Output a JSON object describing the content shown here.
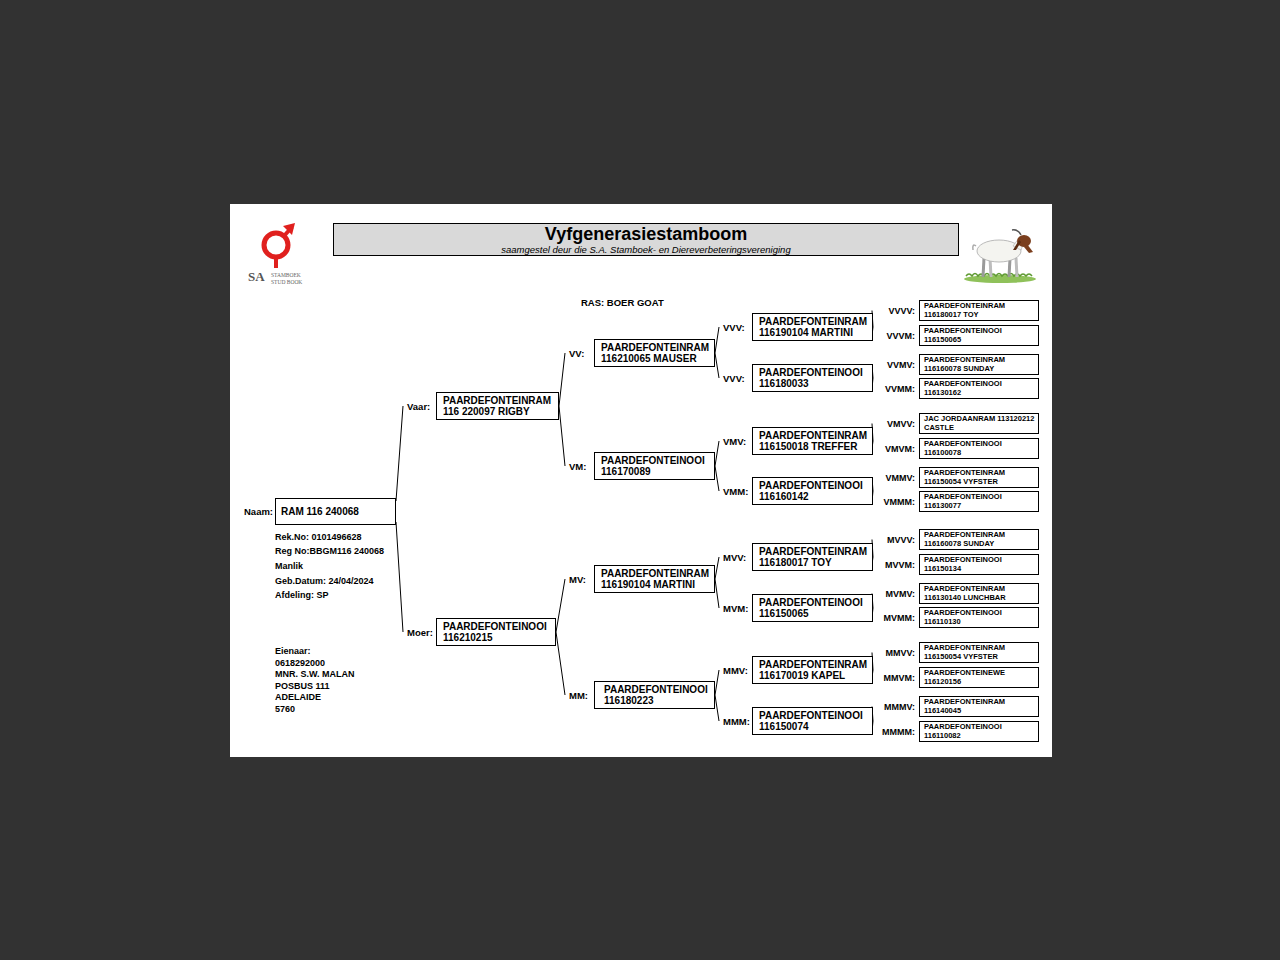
{
  "diagram": {
    "title": "Vyfgenerasiestamboom",
    "caption": "saamgestel deur die S.A. Stamboek- en Diereverbeteringsvereniging",
    "nodes": [
      {
        "text": [
          "Naam:",
          "RAM 116 240068"
        ]
      },
      {
        "text": [
          "Vaar:",
          "PAARDEFONTEINRAM 116 220097 RIGBY"
        ]
      },
      {
        "text": [
          "VV:",
          "PAARDEFONTEINRAM 116210065 MAUSER"
        ]
      },
      {
        "text": [
          "VVV:",
          "PAARDEFONTEINRAM 116190104 MARTINI"
        ]
      },
      {
        "text": [
          "VVVV:",
          "PAARDEFONTEINRAM 116180017 TOY"
        ]
      },
      {
        "text": [
          "VVVM:",
          "PAARDEFONTEINOOI 116150065"
        ]
      },
      {
        "text": [
          "VVV:",
          "PAARDEFONTEINOOI 116180033"
        ]
      },
      {
        "text": [
          "VVMV:",
          "PAARDEFONTEINRAM 116160078 SUNDAY"
        ]
      },
      {
        "text": [
          "VVMM:",
          "PAARDEFONTEINOOI 116130162"
        ]
      },
      {
        "text": [
          "VM:",
          "PAARDEFONTEINOOI 116170089"
        ]
      },
      {
        "text": [
          "VMV:",
          "PAARDEFONTEINRAM 116150018 TREFFER"
        ]
      },
      {
        "text": [
          "VMVV:",
          "JAC JORDAANRAM 113120212 CASTLE"
        ]
      },
      {
        "text": [
          "VMVM:",
          "PAARDEFONTEINOOI 116100078"
        ]
      },
      {
        "text": [
          "VMM:",
          "PAARDEFONTEINOOI 116160142"
        ]
      },
      {
        "text": [
          "VMMV:",
          "PAARDEFONTEINRAM 116150054 VYFSTER"
        ]
      },
      {
        "text": [
          "VMMM:",
          "PAARDEFONTEINOOI 116130077"
        ]
      },
      {
        "text": [
          "Moer:",
          "PAARDEFONTEINOOI 116210215"
        ]
      },
      {
        "text": [
          "MV:",
          "PAARDEFONTEINRAM 116190104 MARTINI"
        ]
      },
      {
        "text": [
          "MVV:",
          "PAARDEFONTEINRAM 116180017 TOY"
        ]
      },
      {
        "text": [
          "MVVV:",
          "PAARDEFONTEINRAM 116160078 SUNDAY"
        ]
      },
      {
        "text": [
          "MVVM:",
          "PAARDEFONTEINOOI 116150134"
        ]
      },
      {
        "text": [
          "MVM:",
          "PAARDEFONTEINOOI 116150065"
        ]
      },
      {
        "text": [
          "MVMV:",
          "PAARDEFONTEINRAM 116130140 LUNCHBAR"
        ]
      },
      {
        "text": [
          "MVMM:",
          "PAARDEFONTEINOOI 116110130"
        ]
      },
      {
        "text": [
          "MM:",
          "PAARDEFONTEINOOI 116180223"
        ]
      },
      {
        "text": [
          "MMV:",
          "PAARDEFONTEINRAM 116170019 KAPEL"
        ]
      },
      {
        "text": [
          "MMVV:",
          "PAARDEFONTEINRAM 116150054 VYFSTER"
        ]
      },
      {
        "text": [
          "MMVM:",
          "PAARDEFONTEINEWE 116120156"
        ]
      },
      {
        "text": [
          "MMM:",
          "PAARDEFONTEINOOI 116150074"
        ]
      },
      {
        "text": [
          "MMMV:",
          "PAARDEFONTEINRAM 116140045"
        ]
      },
      {
        "text": [
          "MMMM:",
          "PAARDEFONTEINOOI 116110082"
        ]
      }
    ],
    "edges": [
      {
        "from": 0,
        "to": 1,
        "arrow": "none"
      },
      {
        "from": 0,
        "to": 16,
        "arrow": "none"
      },
      {
        "from": 1,
        "to": 2,
        "arrow": "none"
      },
      {
        "from": 1,
        "to": 9,
        "arrow": "none"
      },
      {
        "from": 2,
        "to": 3,
        "arrow": "none"
      },
      {
        "from": 2,
        "to": 6,
        "arrow": "none"
      },
      {
        "from": 3,
        "to": 4,
        "arrow": "none"
      },
      {
        "from": 3,
        "to": 5,
        "arrow": "none"
      },
      {
        "from": 6,
        "to": 7,
        "arrow": "none"
      },
      {
        "from": 6,
        "to": 8,
        "arrow": "none"
      },
      {
        "from": 9,
        "to": 10,
        "arrow": "none"
      },
      {
        "from": 9,
        "to": 13,
        "arrow": "none"
      },
      {
        "from": 10,
        "to": 11,
        "arrow": "none"
      },
      {
        "from": 10,
        "to": 12,
        "arrow": "none"
      },
      {
        "from": 13,
        "to": 14,
        "arrow": "none"
      },
      {
        "from": 13,
        "to": 15,
        "arrow": "none"
      },
      {
        "from": 16,
        "to": 17,
        "arrow": "none"
      },
      {
        "from": 16,
        "to": 24,
        "arrow": "none"
      },
      {
        "from": 17,
        "to": 18,
        "arrow": "none"
      },
      {
        "from": 17,
        "to": 21,
        "arrow": "none"
      },
      {
        "from": 18,
        "to": 19,
        "arrow": "none"
      },
      {
        "from": 18,
        "to": 20,
        "arrow": "none"
      },
      {
        "from": 21,
        "to": 22,
        "arrow": "none"
      },
      {
        "from": 21,
        "to": 23,
        "arrow": "none"
      },
      {
        "from": 24,
        "to": 25,
        "arrow": "none"
      },
      {
        "from": 24,
        "to": 28,
        "arrow": "none"
      },
      {
        "from": 25,
        "to": 26,
        "arrow": "none"
      },
      {
        "from": 25,
        "to": 27,
        "arrow": "none"
      },
      {
        "from": 28,
        "to": 29,
        "arrow": "none"
      },
      {
        "from": 28,
        "to": 30,
        "arrow": "none"
      }
    ],
    "labels": [
      "RAS: BOER GOAT",
      "Rek.No: 0101496628",
      "Reg No:BBGM116 240068",
      "Manlik",
      "Geb.Datum: 24/04/2024",
      "Afdeling: SP",
      "Eienaar:",
      "0618292000",
      "MNR. S.W. MALAN",
      "POSBUS 111",
      "ADELAIDE",
      "5760",
      "SA",
      "STAMBOEK",
      "STUD BOOK"
    ]
  }
}
